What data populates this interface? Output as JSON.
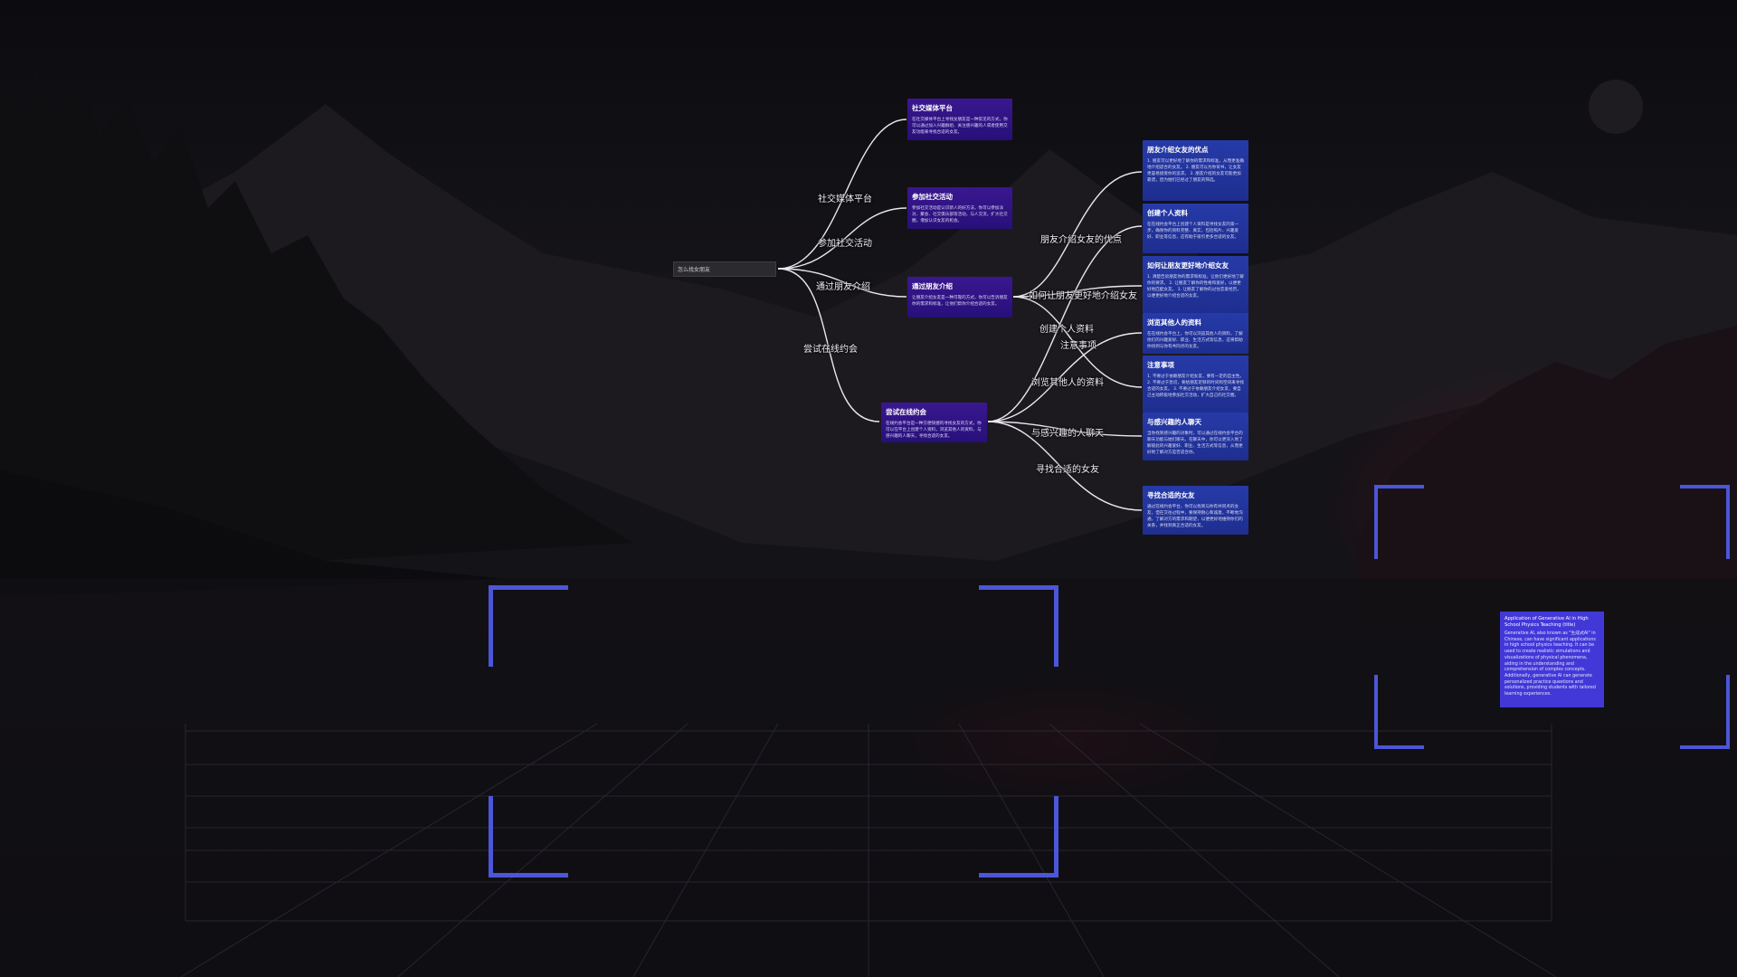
{
  "colors": {
    "purple_card": "#33148a",
    "blue_card": "#233598",
    "bracket": "#4b56d8",
    "info_card": "#4238d8",
    "connector": "#e8e8ee"
  },
  "root": {
    "label": "怎么找女朋友"
  },
  "edge_labels": {
    "social_media": "社交媒体平台",
    "social_activities": "参加社交活动",
    "friend_intro": "通过朋友介绍",
    "online_dating": "尝试在线约会",
    "friend_intro_pros": "朋友介绍女友的优点",
    "better_intro": "如何让朋友更好地介绍女友",
    "create_profile": "创建个人资料",
    "cautions": "注意事项",
    "browse_profiles": "浏览其他人的资料",
    "chat": "与感兴趣的人聊天",
    "find_gf": "寻找合适的女友"
  },
  "cards": {
    "social_media": {
      "title": "社交媒体平台",
      "text": "在社交媒体平台上寻找女朋友是一种常见的方式，你可以通过加入兴趣群组、关注感兴趣的人或者使用交友功能来寻找合适的女友。"
    },
    "social_activities": {
      "title": "参加社交活动",
      "text": "参加社交活动是认识新人的好方法，你可以参加派对、聚会、社交俱乐部等活动，与人交流，扩大社交圈，增加认识女友的机会。"
    },
    "friend_intro": {
      "title": "通过朋友介绍",
      "text": "让朋友介绍女友是一种可靠的方式，你可以告诉朋友你的需求和标准，让他们帮你介绍合适的女友。"
    },
    "online_dating": {
      "title": "尝试在线约会",
      "text": "在线约会平台是一种方便快捷的寻找女友的方式，你可以在平台上创建个人资料，浏览其他人的资料，与感兴趣的人聊天，寻找合适的女友。"
    },
    "pros": {
      "title": "朋友介绍女友的优点",
      "text": "1. 朋友可以更好地了解你的需求和标准，从而更准确地介绍适合的女友。 2. 朋友可以为你背书，让女友更容易接受你的追求。 3. 朋友介绍的女友可能更加靠谱，因为她们已经过了朋友的筛选。"
    },
    "profile": {
      "title": "创建个人资料",
      "text": "在在线约会平台上创建个人资料是寻找女友的第一步，确保你的资料完整、真实，包括照片、兴趣爱好、职业等信息，这有助于吸引更多合适的女友。"
    },
    "better": {
      "title": "如何让朋友更好地介绍女友",
      "text": "1. 清楚告诉朋友你的需求和标准，让他们更好地了解你的要求。 2. 让朋友了解你的性格和爱好，以便更好地匹配女友。 3. 让朋友了解你的过往恋爱经历，以便更好地介绍合适的女友。"
    },
    "browse": {
      "title": "浏览其他人的资料",
      "text": "在在线约会平台上，你可以浏览其他人的资料，了解他们的兴趣爱好、职业、生活方式等信息，这将帮助你找到与你有共同点的女友。"
    },
    "caution": {
      "title": "注意事项",
      "text": "1. 不要过于依赖朋友介绍女友，要有一定的自主性。 2. 不要过于急切，要给朋友足够的时间和空间来寻找合适的女友。 3. 不要过于依赖朋友介绍女友，要自己主动积极地参加社交活动，扩大自己的社交圈。"
    },
    "chat": {
      "title": "与感兴趣的人聊天",
      "text": "当你找到感兴趣的对象时，可以通过在线约会平台的聊天功能与她们聊天。在聊天中，你可以更深入地了解彼此的兴趣爱好、职业、生活方式等信息，从而更好地了解对方是否适合你。"
    },
    "find": {
      "title": "寻找合适的女友",
      "text": "通过在线约会平台，你可以找到与你有共同点的女友，但在交往过程中，要保持耐心和诚意，不断地沟通，了解对方的需求和期望，以便更好地维持你们的关系，并找到真正合适的女友。"
    }
  },
  "info_card": {
    "title": "Application of Generative AI in High School Physics Teaching (title)",
    "body": "Generative AI, also known as \"生成式AI\" in Chinese, can have significant applications in high school physics teaching. It can be used to create realistic simulations and visualizations of physical phenomena, aiding in the understanding and comprehension of complex concepts. Additionally, generative AI can generate personalized practice questions and solutions, providing students with tailored learning experiences."
  }
}
